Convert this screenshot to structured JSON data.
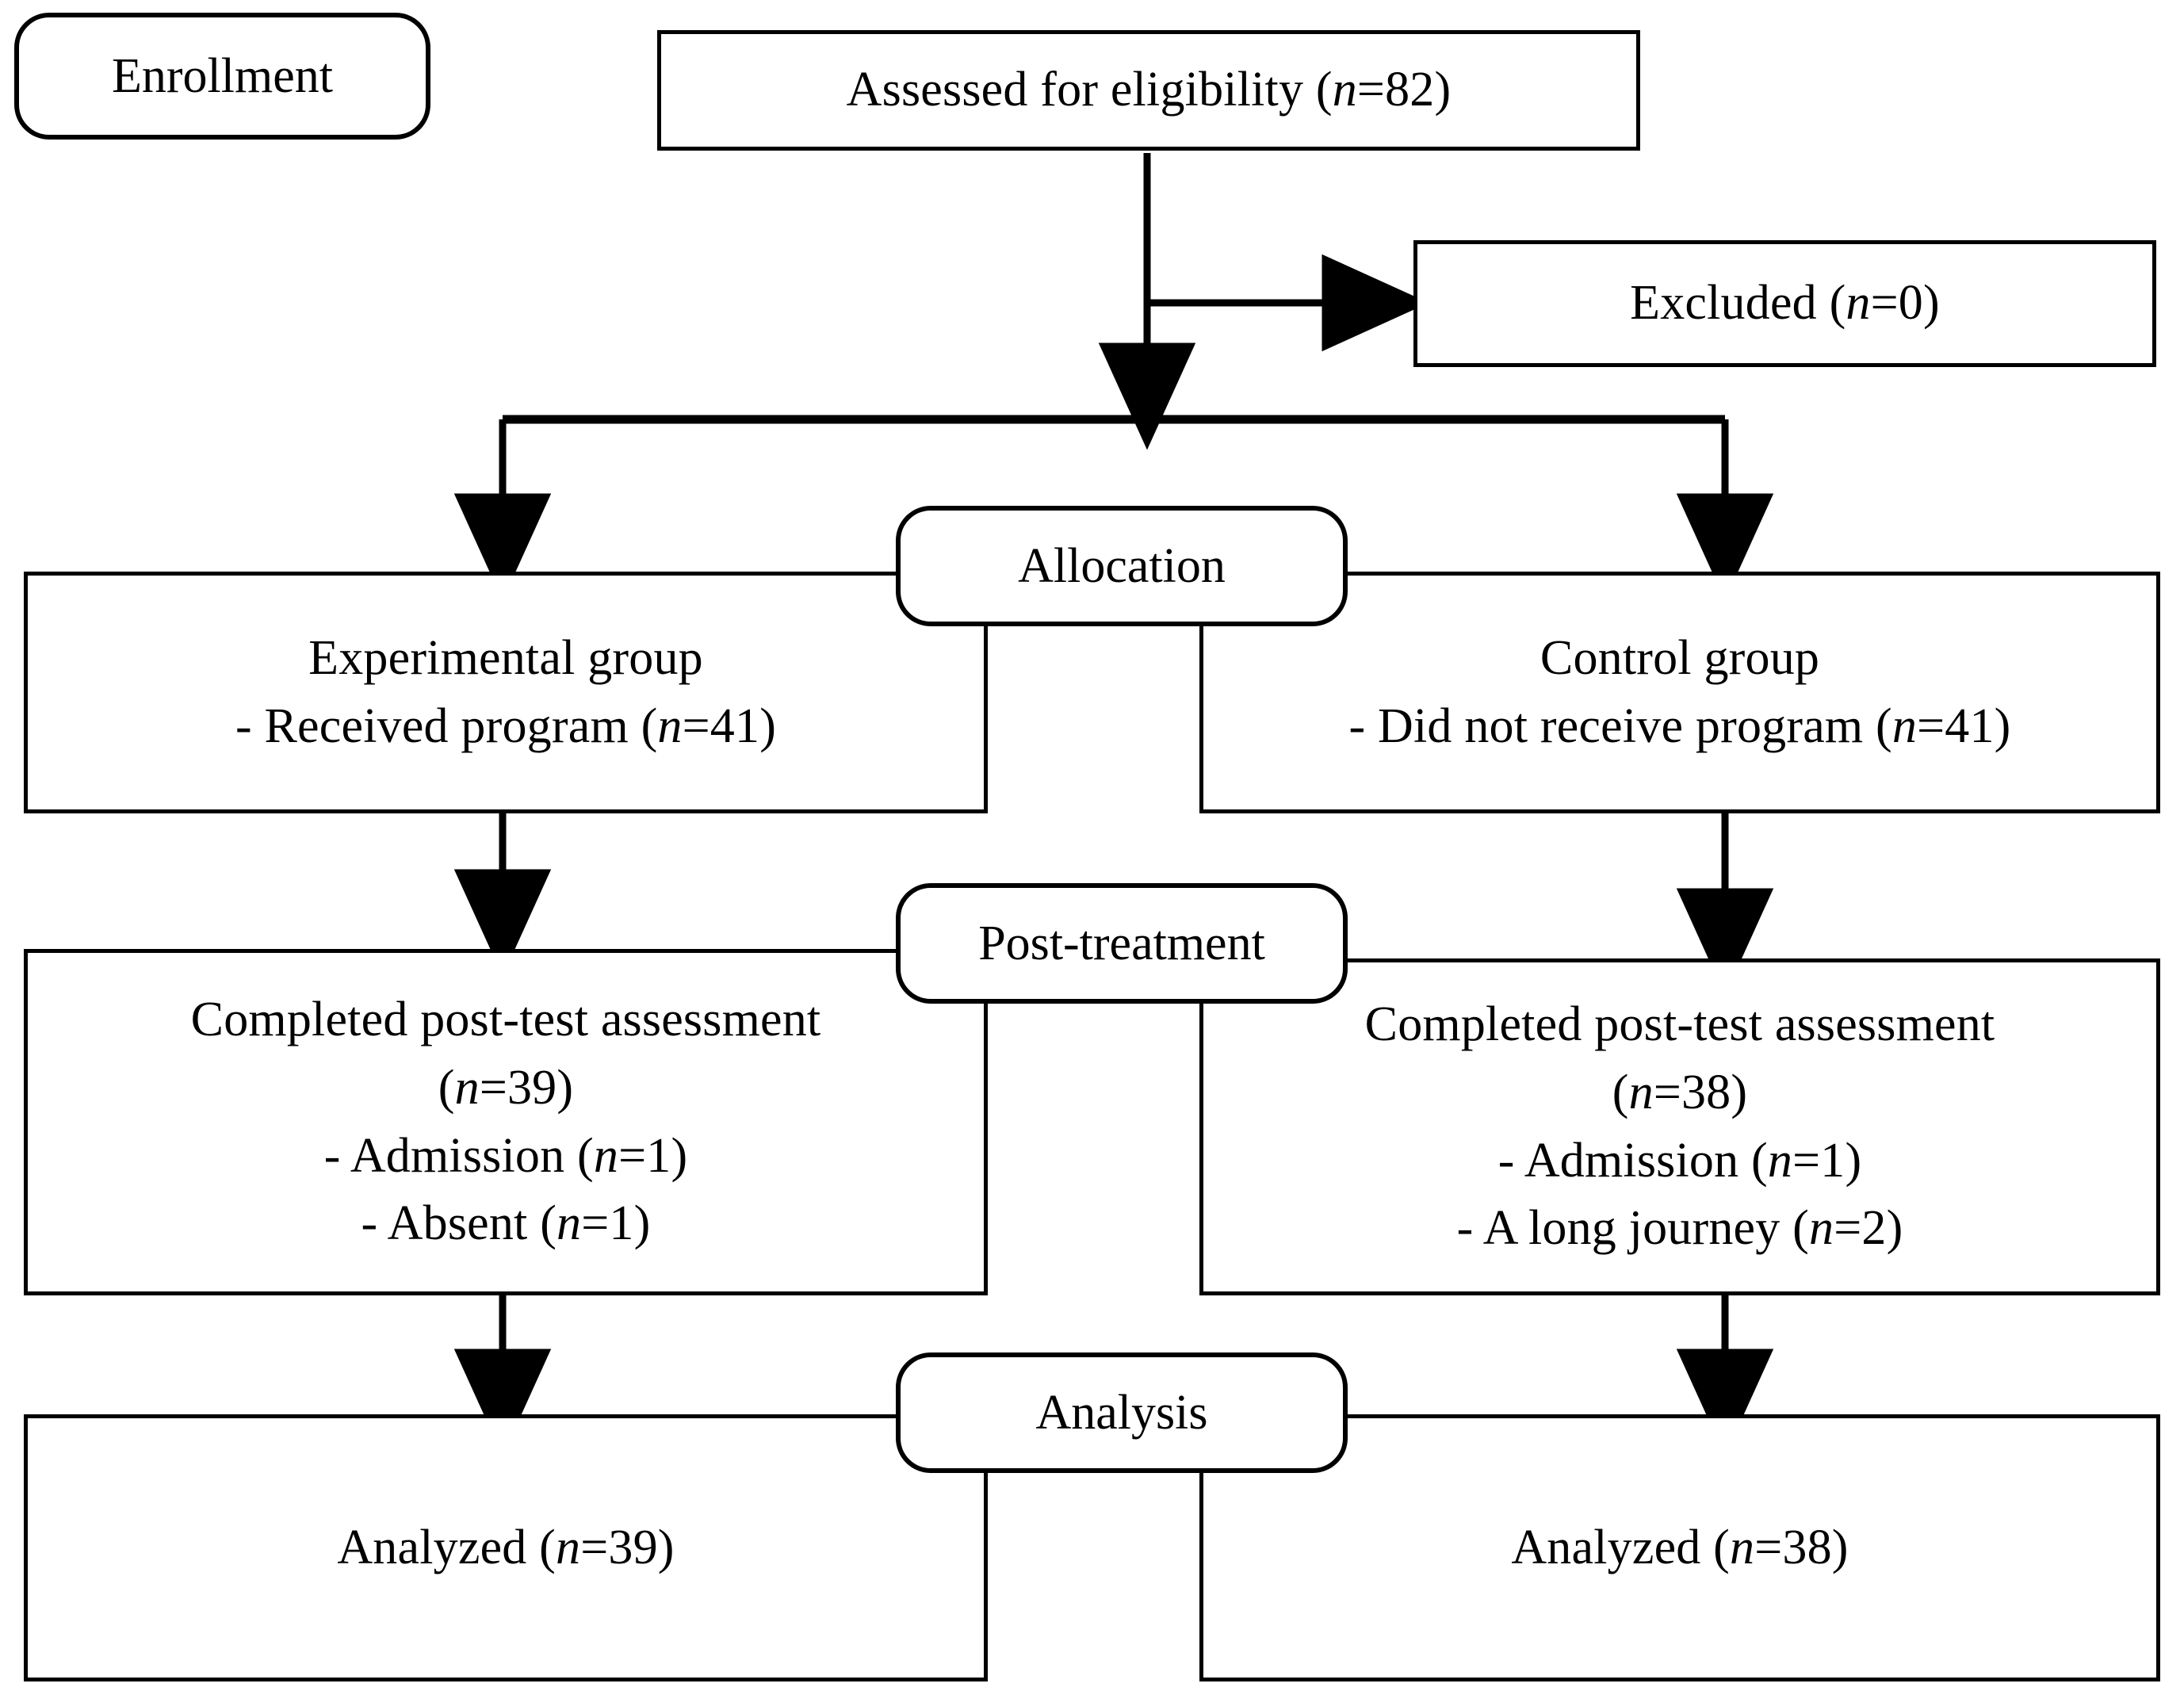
{
  "diagram": {
    "type": "consort-flow-diagram",
    "title": "CONSORT participant flow",
    "colors": {
      "stroke": "#000000",
      "fill": "#ffffff",
      "text": "#000000"
    }
  },
  "stages": [
    {
      "id": "enrollment",
      "label": "Enrollment"
    },
    {
      "id": "allocation",
      "label": "Allocation"
    },
    {
      "id": "post_treatment",
      "label": "Post-treatment"
    },
    {
      "id": "analysis",
      "label": "Analysis"
    }
  ],
  "nodes": {
    "assessed": {
      "id": "assessed-for-eligibility",
      "lines": [
        "Assessed for eligibility (n=82)"
      ],
      "n": 82
    },
    "excluded": {
      "id": "excluded",
      "lines": [
        "Excluded (n=0)"
      ],
      "n": 0
    },
    "experimental_group": {
      "id": "experimental-group",
      "lines": [
        "Experimental group",
        "- Received program (n=41)"
      ],
      "n": 41
    },
    "control_group": {
      "id": "control-group",
      "lines": [
        "Control group",
        "- Did not receive program (n=41)"
      ],
      "n": 41
    },
    "experimental_post": {
      "id": "experimental-post-test",
      "lines": [
        "Completed post-test assessment",
        "(n=39)",
        "- Admission (n=1)",
        "- Absent (n=1)"
      ],
      "n": 39
    },
    "control_post": {
      "id": "control-post-test",
      "lines": [
        "Completed post-test assessment",
        "(n=38)",
        "- Admission (n=1)",
        "- A long journey (n=2)"
      ],
      "n": 38
    },
    "experimental_analyzed": {
      "id": "experimental-analyzed",
      "lines": [
        "Analyzed (n=39)"
      ],
      "n": 39
    },
    "control_analyzed": {
      "id": "control-analyzed",
      "lines": [
        "Analyzed (n=38)"
      ],
      "n": 38
    }
  },
  "edges": [
    {
      "from": "assessed",
      "to": "excluded",
      "kind": "elbow-right-arrow"
    },
    {
      "from": "assessed",
      "to": "allocation-split",
      "kind": "down-arrow"
    },
    {
      "from": "allocation-split",
      "to": "experimental_group",
      "kind": "down-arrow"
    },
    {
      "from": "allocation-split",
      "to": "control_group",
      "kind": "down-arrow"
    },
    {
      "from": "experimental_group",
      "to": "experimental_post",
      "kind": "down-arrow"
    },
    {
      "from": "control_group",
      "to": "control_post",
      "kind": "down-arrow"
    },
    {
      "from": "experimental_post",
      "to": "experimental_analyzed",
      "kind": "down-arrow"
    },
    {
      "from": "control_post",
      "to": "control_analyzed",
      "kind": "down-arrow"
    }
  ]
}
